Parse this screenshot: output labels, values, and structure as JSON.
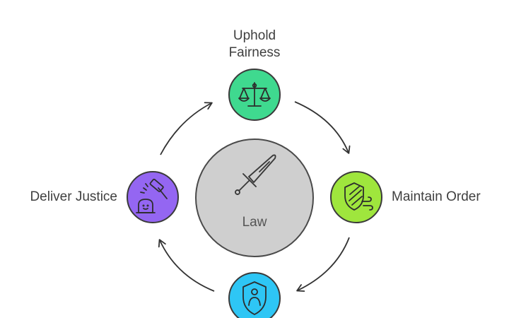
{
  "diagram": {
    "center": {
      "label": "Law",
      "icon": "sword-icon",
      "color": "#cfcfcf"
    },
    "nodes": [
      {
        "id": "top",
        "label": "Uphold\nFairness",
        "icon": "scales-icon",
        "color": "#3fd98f"
      },
      {
        "id": "right",
        "label": "Maintain Order",
        "icon": "shield-wind-icon",
        "color": "#9fe63d"
      },
      {
        "id": "bottom",
        "label": "",
        "icon": "person-shield-icon",
        "color": "#2ec6f5"
      },
      {
        "id": "left",
        "label": "Deliver Justice",
        "icon": "gavel-icon",
        "color": "#9466f2"
      }
    ],
    "cycle_direction": "clockwise"
  }
}
